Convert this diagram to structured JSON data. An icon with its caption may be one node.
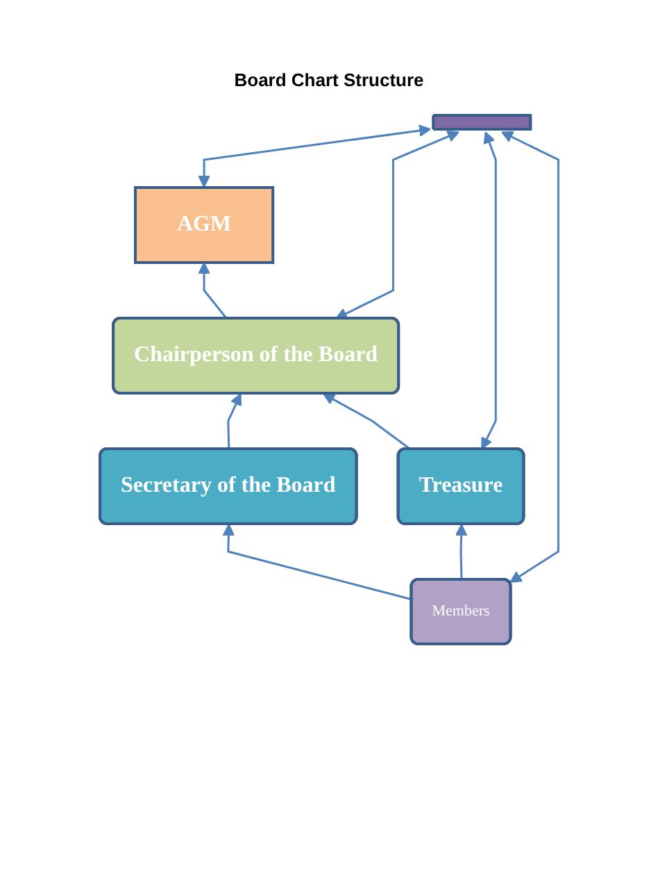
{
  "diagram": {
    "title": "Board Chart Structure",
    "nodes": [
      {
        "text": [
          "AGM"
        ]
      },
      {
        "text": [
          "Chairperson of the Board"
        ]
      },
      {
        "text": [
          "Secretary of the Board"
        ]
      },
      {
        "text": [
          "Treasure"
        ]
      },
      {
        "text": [
          "Members"
        ]
      },
      {
        "text": [],
        "shape": "bar"
      }
    ],
    "edges": [
      {
        "from": 1,
        "to": 0,
        "arrow": "to"
      },
      {
        "from": 2,
        "to": 1,
        "arrow": "to"
      },
      {
        "from": 3,
        "to": 1,
        "arrow": "to"
      },
      {
        "from": 4,
        "to": 2,
        "arrow": "to"
      },
      {
        "from": 4,
        "to": 3,
        "arrow": "to"
      },
      {
        "from": 0,
        "to": 5,
        "arrow": "both"
      },
      {
        "from": 1,
        "to": 5,
        "arrow": "both"
      },
      {
        "from": 3,
        "to": 5,
        "arrow": "both"
      },
      {
        "from": 4,
        "to": 5,
        "arrow": "both"
      }
    ]
  }
}
